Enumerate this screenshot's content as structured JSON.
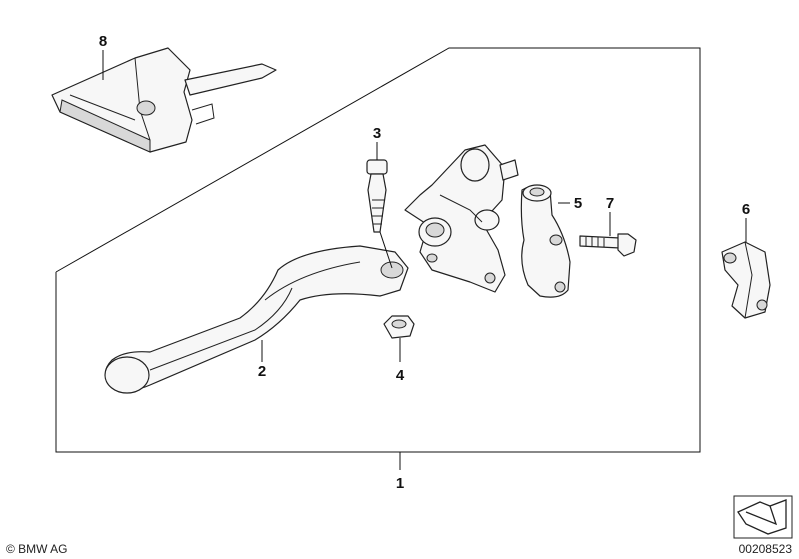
{
  "callouts": {
    "c1": "1",
    "c2": "2",
    "c3": "3",
    "c4": "4",
    "c5": "5",
    "c6": "6",
    "c7": "7",
    "c8": "8"
  },
  "footer": {
    "copyright": "© BMW AG",
    "drawing_number": "00208523"
  },
  "colors": {
    "line": "#222222",
    "part_fill": "#f7f7f7",
    "shade": "#d8d8d8"
  }
}
